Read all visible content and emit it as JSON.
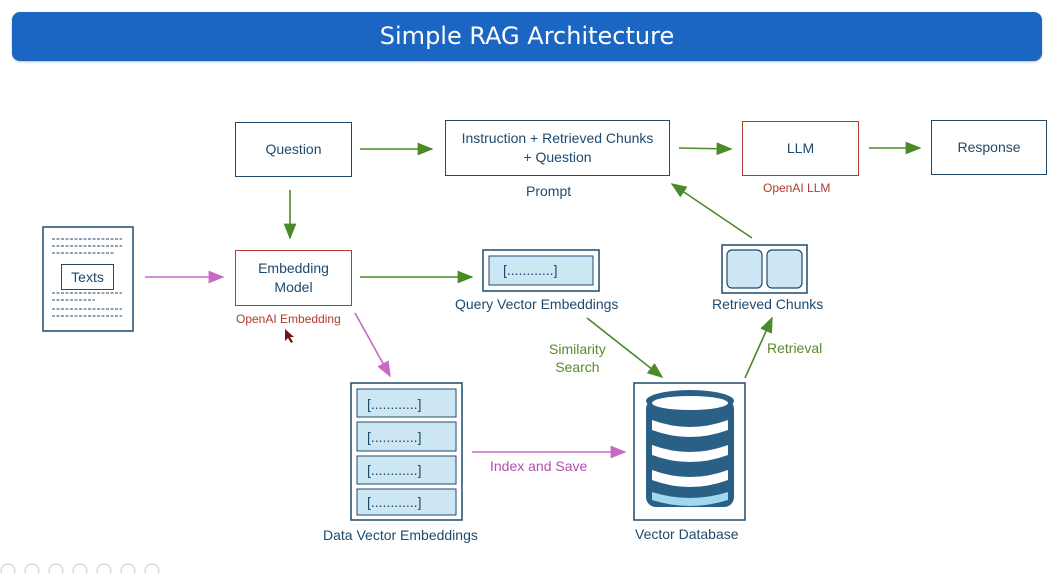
{
  "title": "Simple RAG Architecture",
  "nodes": {
    "question": "Question",
    "prompt_box_line1": "Instruction + Retrieved Chunks",
    "prompt_box_line2": "+ Question",
    "prompt_caption": "Prompt",
    "llm": "LLM",
    "llm_caption": "OpenAI LLM",
    "response": "Response",
    "texts": "Texts",
    "embedding_line1": "Embedding",
    "embedding_line2": "Model",
    "embedding_caption": "OpenAI Embedding",
    "query_vector_content": "[............]",
    "query_vector_caption": "Query Vector Embeddings",
    "retrieved_chunks_caption": "Retrieved Chunks",
    "data_vector_rows": [
      "[............]",
      "[............]",
      "[............]",
      "[............]"
    ],
    "data_vector_caption": "Data Vector Embeddings",
    "vector_db_caption": "Vector Database"
  },
  "edge_labels": {
    "similarity_line1": "Similarity",
    "similarity_line2": "Search",
    "retrieval": "Retrieval",
    "index_save": "Index and Save"
  },
  "colors": {
    "title_bg": "#1a66c2",
    "node_border": "#1e4a6e",
    "llm_border": "#b33a2e",
    "green_arrow": "#4a8a28",
    "pink_arrow": "#c86ac3",
    "light_blue_fill": "#cde6f3",
    "db_fill": "#2a5f86",
    "db_highlight": "#9ed9ee"
  }
}
